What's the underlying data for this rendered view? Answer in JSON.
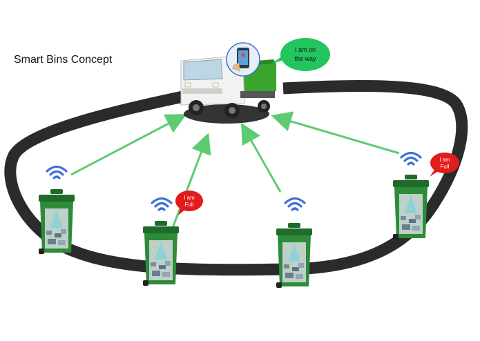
{
  "title": "Smart Bins Concept",
  "truck_bubble": {
    "line1": "I am on",
    "line2": "the way",
    "color": "#22c55e"
  },
  "full_bubbles": [
    {
      "line1": "I am",
      "line2": "Full"
    },
    {
      "line1": "I am",
      "line2": "Full"
    }
  ],
  "colors": {
    "road": "#2b2b2b",
    "arrow": "#5ecb72",
    "bin": "#2e8b3a",
    "bin_dark": "#1f6b2a",
    "wifi": "#3b6fd8",
    "full_bubble": "#e21b1b",
    "truck_cargo": "#3aa52c"
  }
}
